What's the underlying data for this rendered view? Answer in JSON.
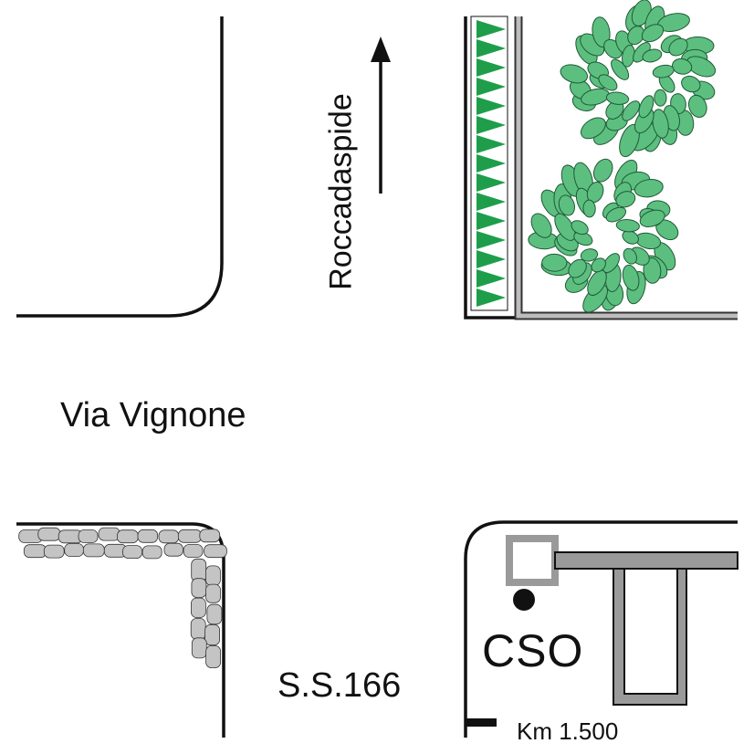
{
  "labels": {
    "street_main": "Via Vignone",
    "highway": "S.S.166",
    "direction": "Roccadaspide",
    "station": "CSO",
    "kilometre": "Km 1.500"
  },
  "colors": {
    "road_edge": "#111111",
    "hedge": "#1e9e4a",
    "tree_leaf": "#5cbf80",
    "tree_outline": "#1f5a34",
    "wall": "#9a9a9a",
    "wall_outline": "#333333",
    "stone": "#c4c4c4",
    "station_marker": "#111111"
  },
  "icons": [
    "tree-icon",
    "hedge-icon",
    "stone-wall-icon",
    "shelter-icon",
    "station-marker-icon",
    "north-arrow-icon"
  ]
}
